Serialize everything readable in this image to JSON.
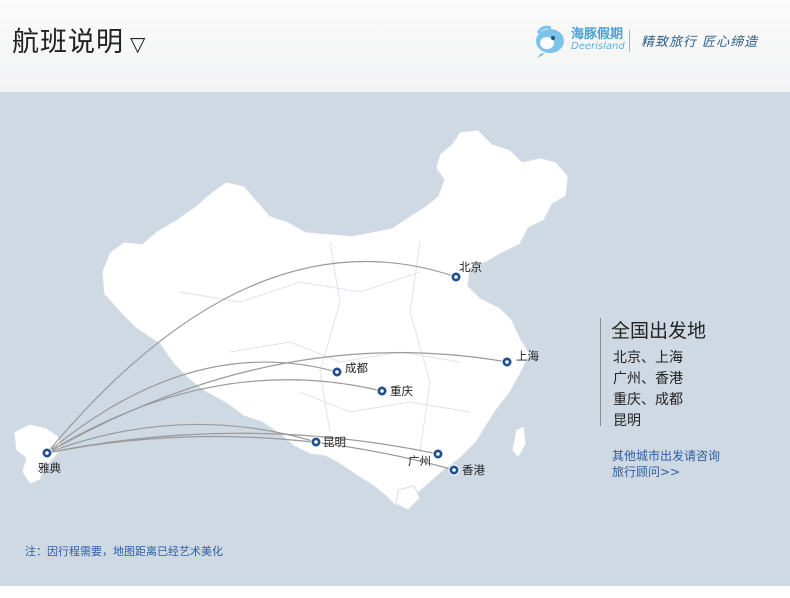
{
  "header": {
    "title": "航班说明",
    "title_arrow": "▽",
    "logo_text": "海豚假期",
    "logo_sub": "Deerisland",
    "slogan": "精致旅行 匠心缔造"
  },
  "map": {
    "origin": {
      "label": "雅典",
      "icon": "location-pin-icon"
    },
    "cities": [
      {
        "id": "beijing",
        "label": "北京"
      },
      {
        "id": "shanghai",
        "label": "上海"
      },
      {
        "id": "chengdu",
        "label": "成都"
      },
      {
        "id": "chongqing",
        "label": "重庆"
      },
      {
        "id": "kunming",
        "label": "昆明"
      },
      {
        "id": "guangzhou",
        "label": "广州"
      },
      {
        "id": "hongkong",
        "label": "香港"
      }
    ],
    "colors": {
      "water": "#cfd9e3",
      "land": "#ffffff",
      "route": "#9a9a9a",
      "marker": "#1f4f8f"
    }
  },
  "legend": {
    "title": "全国出发地",
    "items": [
      "北京、上海",
      "广州、香港",
      "重庆、成都",
      "昆明"
    ],
    "contact_line1": "其他城市出发请咨询",
    "contact_line2": "旅行顾问>>"
  },
  "note": "注：因行程需要，地图距离已经艺术美化"
}
